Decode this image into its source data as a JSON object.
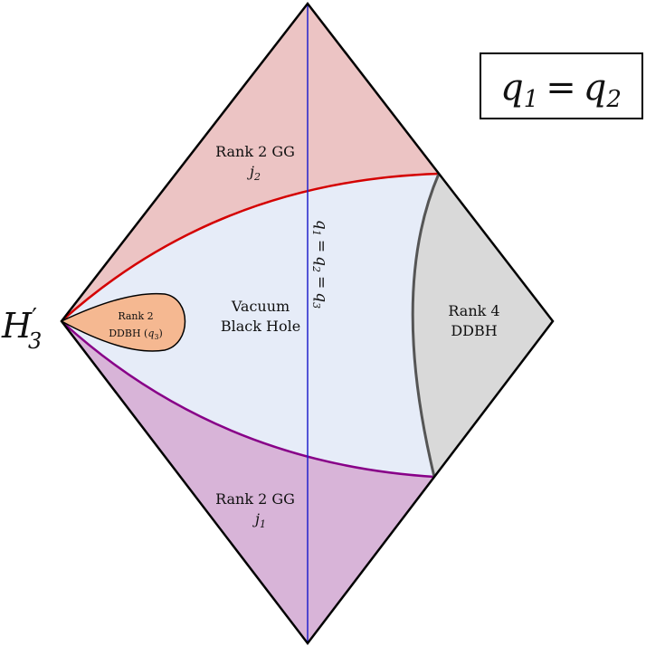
{
  "colors": {
    "upper_region": "#ecc4c4",
    "lower_region": "#d8b4d8",
    "middle_region": "#e6ecf8",
    "right_region": "#d9d9d9",
    "bubble_region": "#f5b891",
    "upper_boundary": "#d40000",
    "lower_boundary": "#880088",
    "right_boundary": "#555555",
    "vertical_line": "#2222cc",
    "outline": "#000000"
  },
  "regions": {
    "upper": {
      "line1": "Rank 2 GG",
      "var": "j",
      "sub": "2"
    },
    "lower": {
      "line1": "Rank 2 GG",
      "var": "j",
      "sub": "1"
    },
    "middle": {
      "line1": "Vacuum",
      "line2": "Black Hole"
    },
    "right": {
      "line1": "Rank 4",
      "line2": "DDBH"
    },
    "bubble": {
      "line1": "Rank 2",
      "line2": "DDBH (",
      "var": "q",
      "sub": "3",
      "close": ")"
    }
  },
  "vertical_label": {
    "q": "q",
    "eq": "=",
    "s1": "1",
    "s2": "2",
    "s3": "3"
  },
  "corner_label": {
    "base": "H",
    "prime": "′",
    "sub": "3"
  },
  "boxed_label": {
    "q": "q",
    "eq": "=",
    "s1": "1",
    "s2": "2"
  }
}
